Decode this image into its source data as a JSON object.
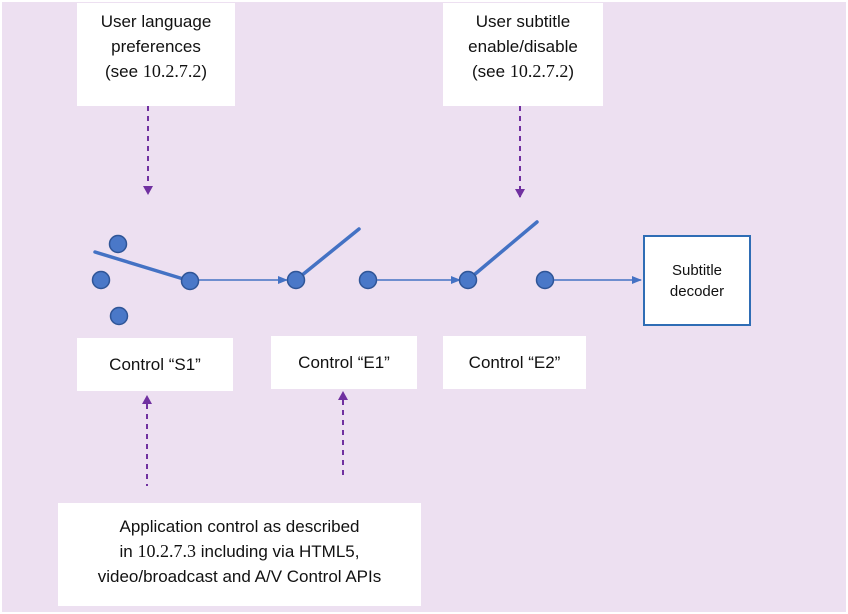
{
  "colors": {
    "background": "#ede0f1",
    "switch_blue": "#4472c4",
    "node_fill": "#4a78c8",
    "node_stroke": "#2f5597",
    "dashed_arrow": "#7030a0"
  },
  "boxes": {
    "user_language": {
      "line1": "User language",
      "line2": "preferences",
      "line3_prefix": "(see ",
      "line3_ref": "10.2.7.2",
      "line3_suffix": ")"
    },
    "user_subtitle": {
      "line1": "User subtitle",
      "line2": "enable/disable",
      "line3_prefix": "(see ",
      "line3_ref": "10.2.7.2",
      "line3_suffix": ")"
    },
    "control_s1": "Control “S1”",
    "control_e1": "Control “E1”",
    "control_e2": "Control “E2”",
    "application_control": {
      "line1": "Application control as described",
      "line2_prefix": "in ",
      "line2_ref": "10.2.7.3",
      "line2_suffix": " including via HTML5,",
      "line3": "video/broadcast and A/V Control APIs"
    }
  },
  "decoder": {
    "line1": "Subtitle",
    "line2": "decoder"
  }
}
